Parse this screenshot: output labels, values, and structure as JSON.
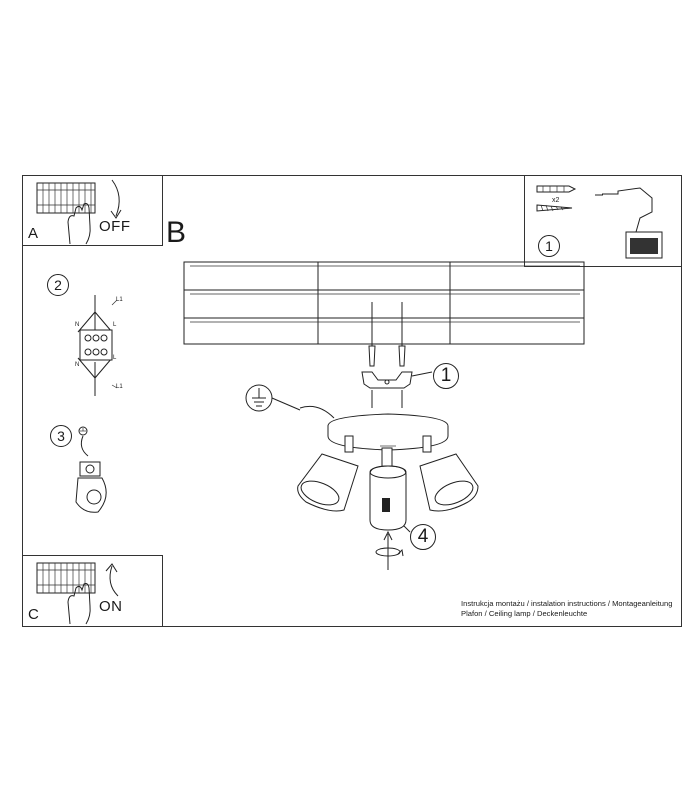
{
  "panel_a": {
    "letter": "A",
    "action": "OFF"
  },
  "section_b": {
    "letter": "B"
  },
  "panel_c": {
    "letter": "C",
    "action": "ON"
  },
  "tools": {
    "step": "1",
    "quantity": "x2"
  },
  "wiring": {
    "step": "2",
    "labels": [
      "L1",
      "L",
      "N",
      "N",
      "L",
      "L1"
    ]
  },
  "earth": {
    "step": "3"
  },
  "mounting": {
    "bracket_step": "1",
    "fixture_step": "4"
  },
  "caption": {
    "line1": "Instrukcja montażu / instalation instructions / Montageanleitung",
    "line2": "Plafon / Ceiling lamp / Deckenleuchte"
  }
}
